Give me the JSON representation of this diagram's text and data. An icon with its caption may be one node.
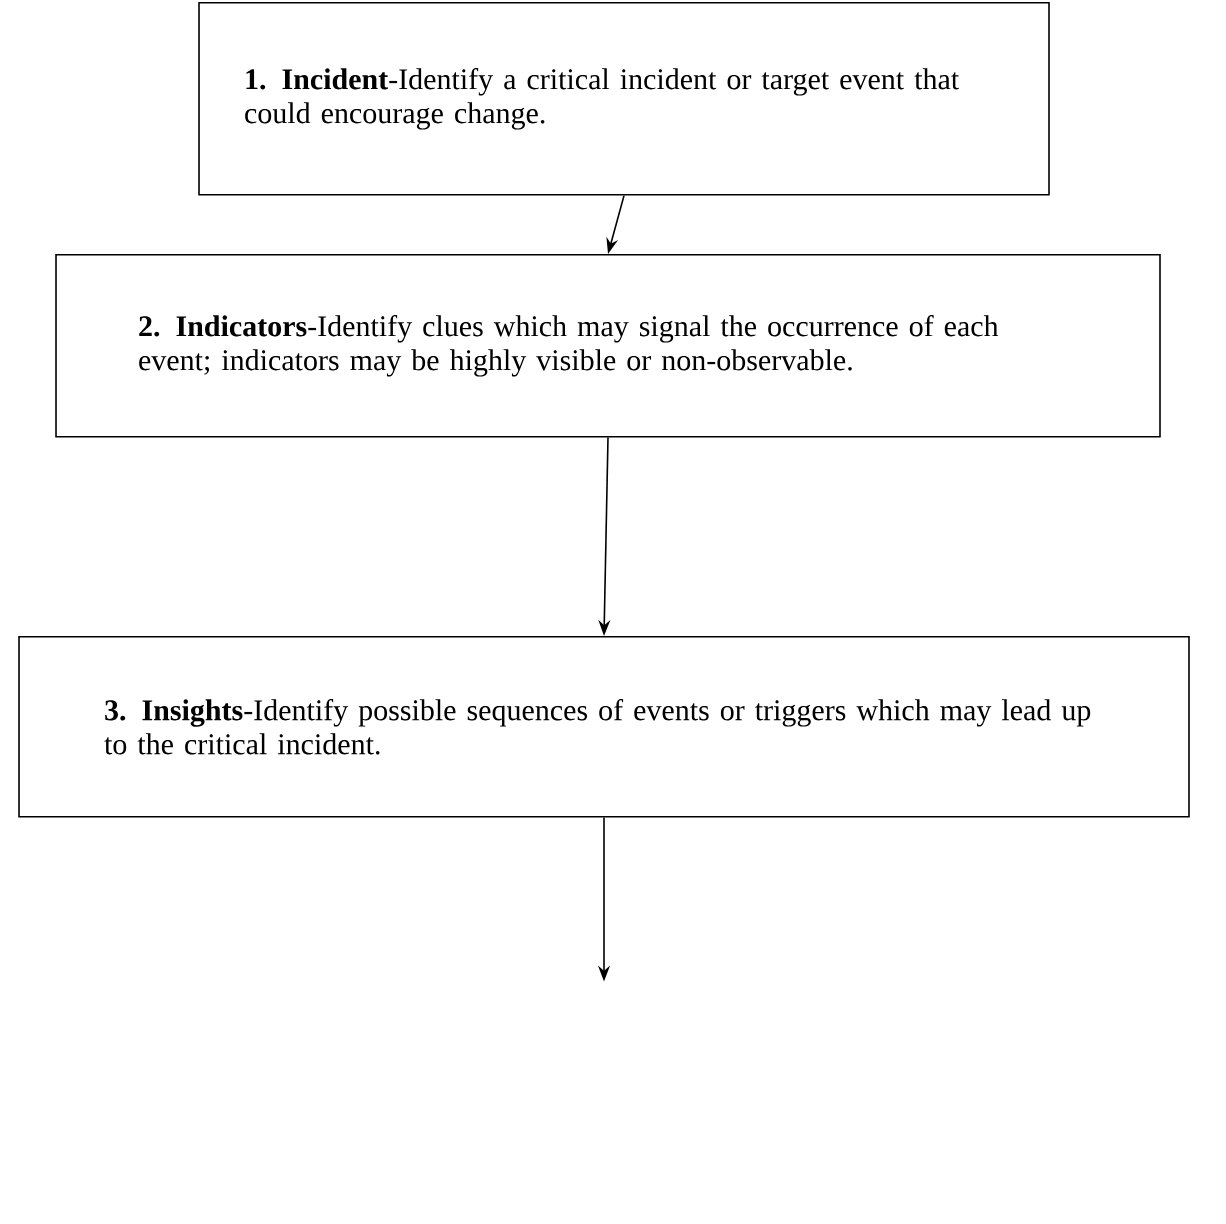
{
  "diagram": {
    "nodes": [
      {
        "text": [
          "**1. Incident**-Identify a critical incident or target event that could encourage change."
        ]
      },
      {
        "text": [
          "**2. Indicators**-Identify clues which may signal the occurrence of each event; indicators may be highly visible or non-observable."
        ]
      },
      {
        "text": [
          "**3. Insights**-Identify possible sequences of events or triggers which may lead up to the critical incident."
        ]
      }
    ],
    "edges": [
      {
        "from": 0,
        "to": 1,
        "arrow": "to"
      },
      {
        "from": 1,
        "to": 2,
        "arrow": "to"
      },
      {
        "from": 2,
        "to": null,
        "arrow": "to"
      }
    ]
  }
}
